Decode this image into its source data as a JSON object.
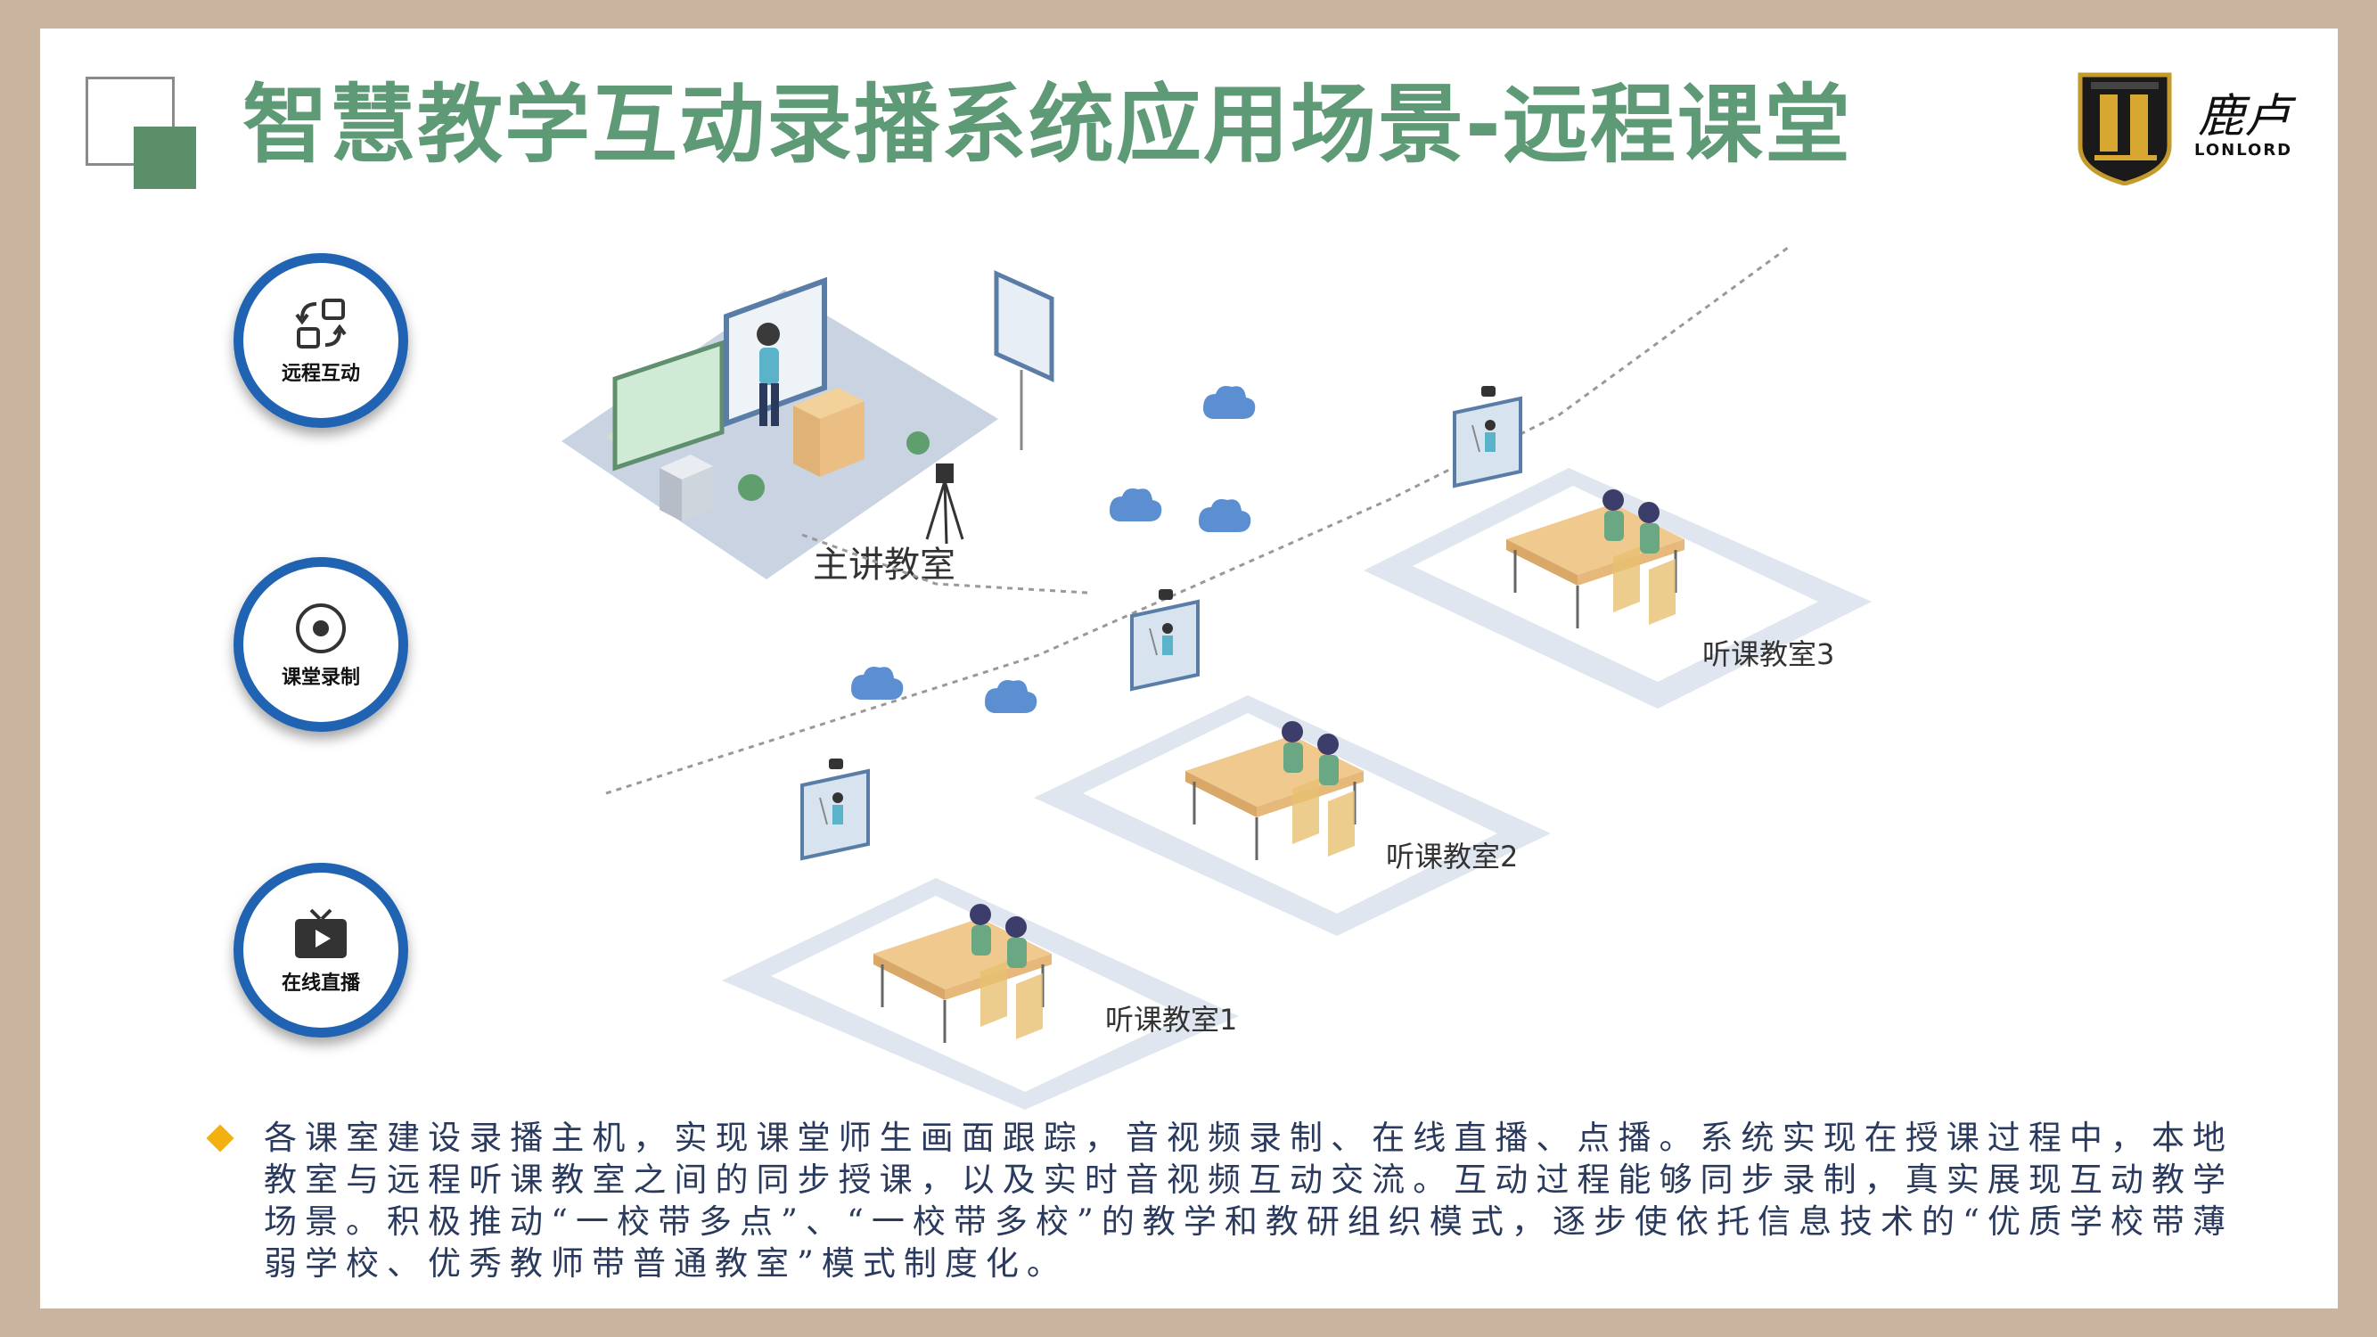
{
  "title": "智慧教学互动录播系统应用场景-远程课堂",
  "logo": {
    "cn": "鹿卢",
    "en": "LONLORD"
  },
  "features": [
    {
      "label": "远程互动",
      "icon": "sync-icon"
    },
    {
      "label": "课堂录制",
      "icon": "record-icon"
    },
    {
      "label": "在线直播",
      "icon": "tv-play-icon"
    }
  ],
  "rooms": {
    "main": "主讲教室",
    "room1": "听课教室1",
    "room2": "听课教室2",
    "room3": "听课教室3"
  },
  "description": "各课室建设录播主机，实现课堂师生画面跟踪，音视频录制、在线直播、点播。系统实现在授课过程中，本地教室与远程听课教室之间的同步授课，以及实时音视频互动交流。互动过程能够同步录制，真实展现互动教学场景。积极推动“一校带多点”、“一校带多校”的教学和教研组织模式，逐步使依托信息技术的“优质学校带薄弱学校、优秀教师带普通教室”模式制度化。",
  "colors": {
    "title": "#5e9a76",
    "circle_border": "#1f63b2",
    "frame": "#c9b49f",
    "bullet": "#f2b111",
    "text": "#2a3a5e"
  }
}
